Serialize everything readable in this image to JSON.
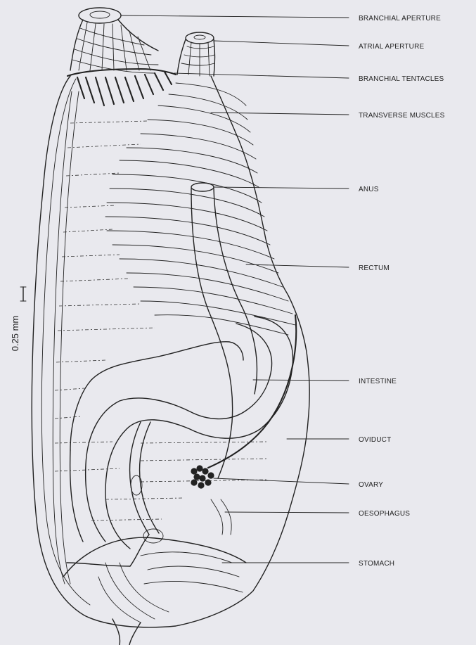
{
  "figure": {
    "scale_bar_label": "0.25 mm",
    "labels": [
      "BRANCHIAL APERTURE",
      "ATRIAL APERTURE",
      "BRANCHIAL TENTACLES",
      "TRANSVERSE MUSCLES",
      "ANUS",
      "RECTUM",
      "INTESTINE",
      "OVIDUCT",
      "OVARY",
      "OESOPHAGUS",
      "STOMACH"
    ]
  }
}
